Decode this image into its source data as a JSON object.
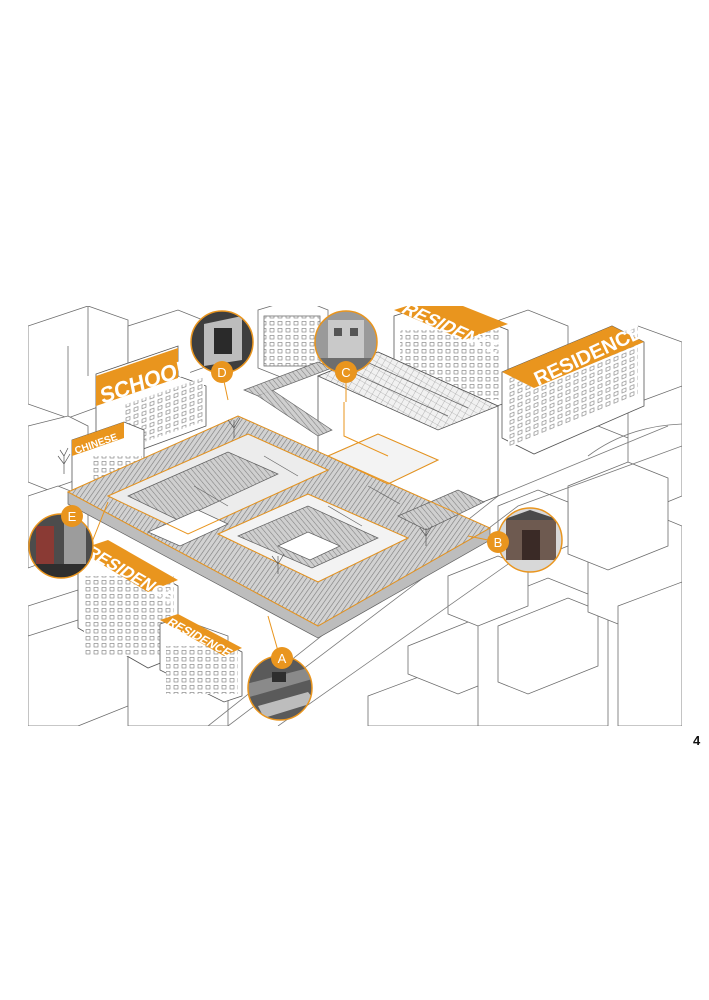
{
  "colors": {
    "accent": "#E9951E",
    "line": "#6b6b6b",
    "roof": "#a9a9a9",
    "roof_light": "#d2d2d2",
    "background": "#ffffff"
  },
  "labels": {
    "school": "SCHOOL",
    "chinese": "CHINESE",
    "residence_top": "RESIDENCE",
    "residence_right": "RESIDENCE",
    "residence_left": "RESIDENCE",
    "residence_small": "RESIDENCE"
  },
  "markers": [
    {
      "letter": "A",
      "photo": "courtyard-photo"
    },
    {
      "letter": "B",
      "photo": "gate-photo"
    },
    {
      "letter": "C",
      "photo": "building-photo"
    },
    {
      "letter": "D",
      "photo": "window-photo"
    },
    {
      "letter": "E",
      "photo": "alley-photo"
    }
  ],
  "page_number": "4"
}
